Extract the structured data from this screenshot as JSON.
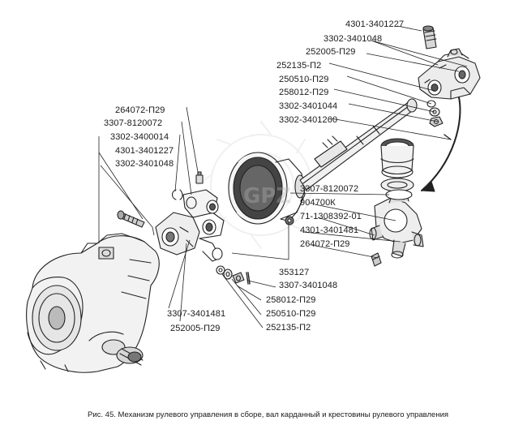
{
  "figure": {
    "caption": "Рис. 45. Механизм рулевого управления  в сборе, вал карданный и крестовины рулевого управления"
  },
  "labels": {
    "l_4301_3401227_top": "4301-3401227",
    "l_3302_3401048_top": "3302-3401048",
    "l_252005_p29_top": "252005-П29",
    "l_252135_p2_top": "252135-П2",
    "l_250510_p29_top": "250510-П29",
    "l_258012_p29_top": "258012-П29",
    "l_3302_3401044": "3302-3401044",
    "l_3302_3401260": "3302-3401260",
    "l_264072_p29_left": "264072-П29",
    "l_3307_8120072_left": "3307-8120072",
    "l_3302_3400014": "3302-3400014",
    "l_4301_3401227_left": "4301-3401227",
    "l_3302_3401048_left": "3302-3401048",
    "l_3307_8120072_right": "3307-8120072",
    "l_904700k": "904700К",
    "l_71_1308392_01": "71-1308392-01",
    "l_4301_3401481": "4301-3401481",
    "l_264072_p29_right": "264072-П29",
    "l_353127": "353127",
    "l_3307_3401048": "3307-3401048",
    "l_258012_p29_bottom": "258012-П29",
    "l_250510_p29_bottom": "250510-П29",
    "l_252135_p2_bottom": "252135-П2",
    "l_3307_3401481": "3307-3401481",
    "l_252005_p29_bottom": "252005-П29"
  }
}
